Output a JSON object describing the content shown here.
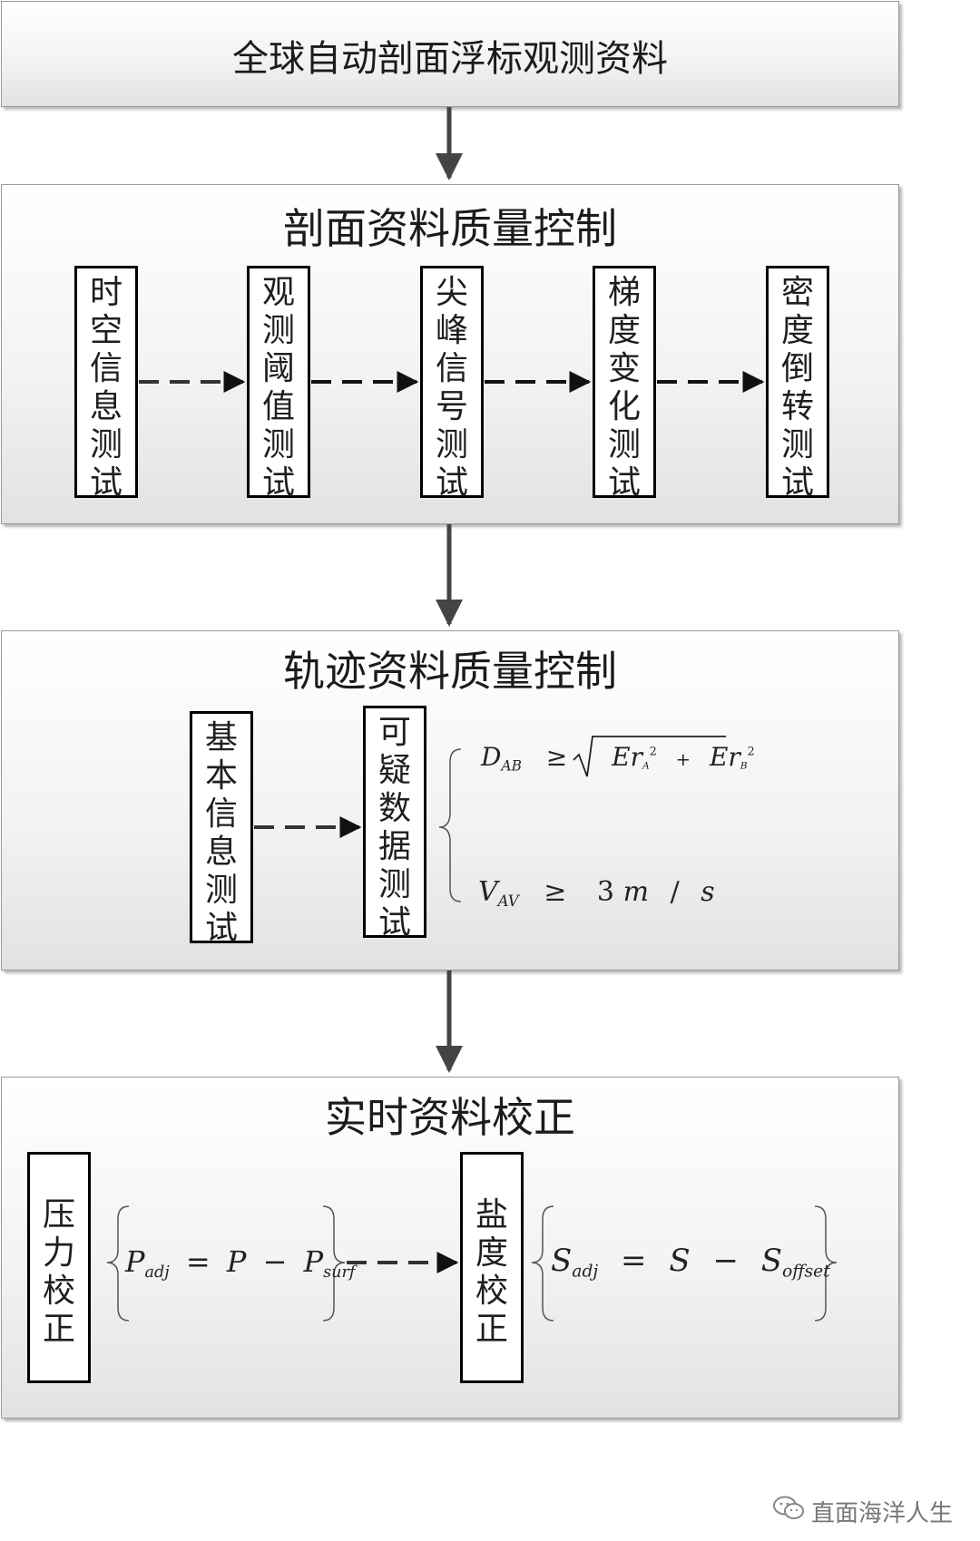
{
  "top_box": {
    "title": "全球自动剖面浮标观测资料"
  },
  "profile_qc": {
    "title": "剖面资料质量控制",
    "tests": [
      {
        "label": "时空信息测试"
      },
      {
        "label": "观测阈值测试"
      },
      {
        "label": "尖峰信号测试"
      },
      {
        "label": "梯度变化测试"
      },
      {
        "label": "密度倒转测试"
      }
    ]
  },
  "trajectory_qc": {
    "title": "轨迹资料质量控制",
    "tests": [
      {
        "label": "基本信息测试"
      },
      {
        "label": "可疑数据测试"
      }
    ],
    "conditions": {
      "distance": {
        "lhs": "D",
        "lhs_sub": "AB",
        "op": "≥",
        "term": "Er",
        "sub_a": "A",
        "sub_b": "B",
        "exp": "2",
        "plus": "+"
      },
      "velocity": {
        "lhs": "V",
        "lhs_sub": "AV",
        "op": "≥",
        "value": "3",
        "unit_m": "m",
        "slash": "/",
        "unit_s": "s"
      }
    }
  },
  "realtime_correction": {
    "title": "实时资料校正",
    "tests": [
      {
        "label": "压力校正"
      },
      {
        "label": "盐度校正"
      }
    ],
    "pressure_formula": {
      "lhs": "P",
      "lhs_sub": "adj",
      "eq": "=",
      "a": "P",
      "minus": "−",
      "b": "P",
      "b_sub": "surf"
    },
    "salinity_formula": {
      "lhs": "S",
      "lhs_sub": "adj",
      "eq": "=",
      "a": "S",
      "minus": "−",
      "b": "S",
      "b_sub": "offset"
    }
  },
  "watermark": {
    "text": "直面海洋人生",
    "icon": "wechat-icon"
  }
}
